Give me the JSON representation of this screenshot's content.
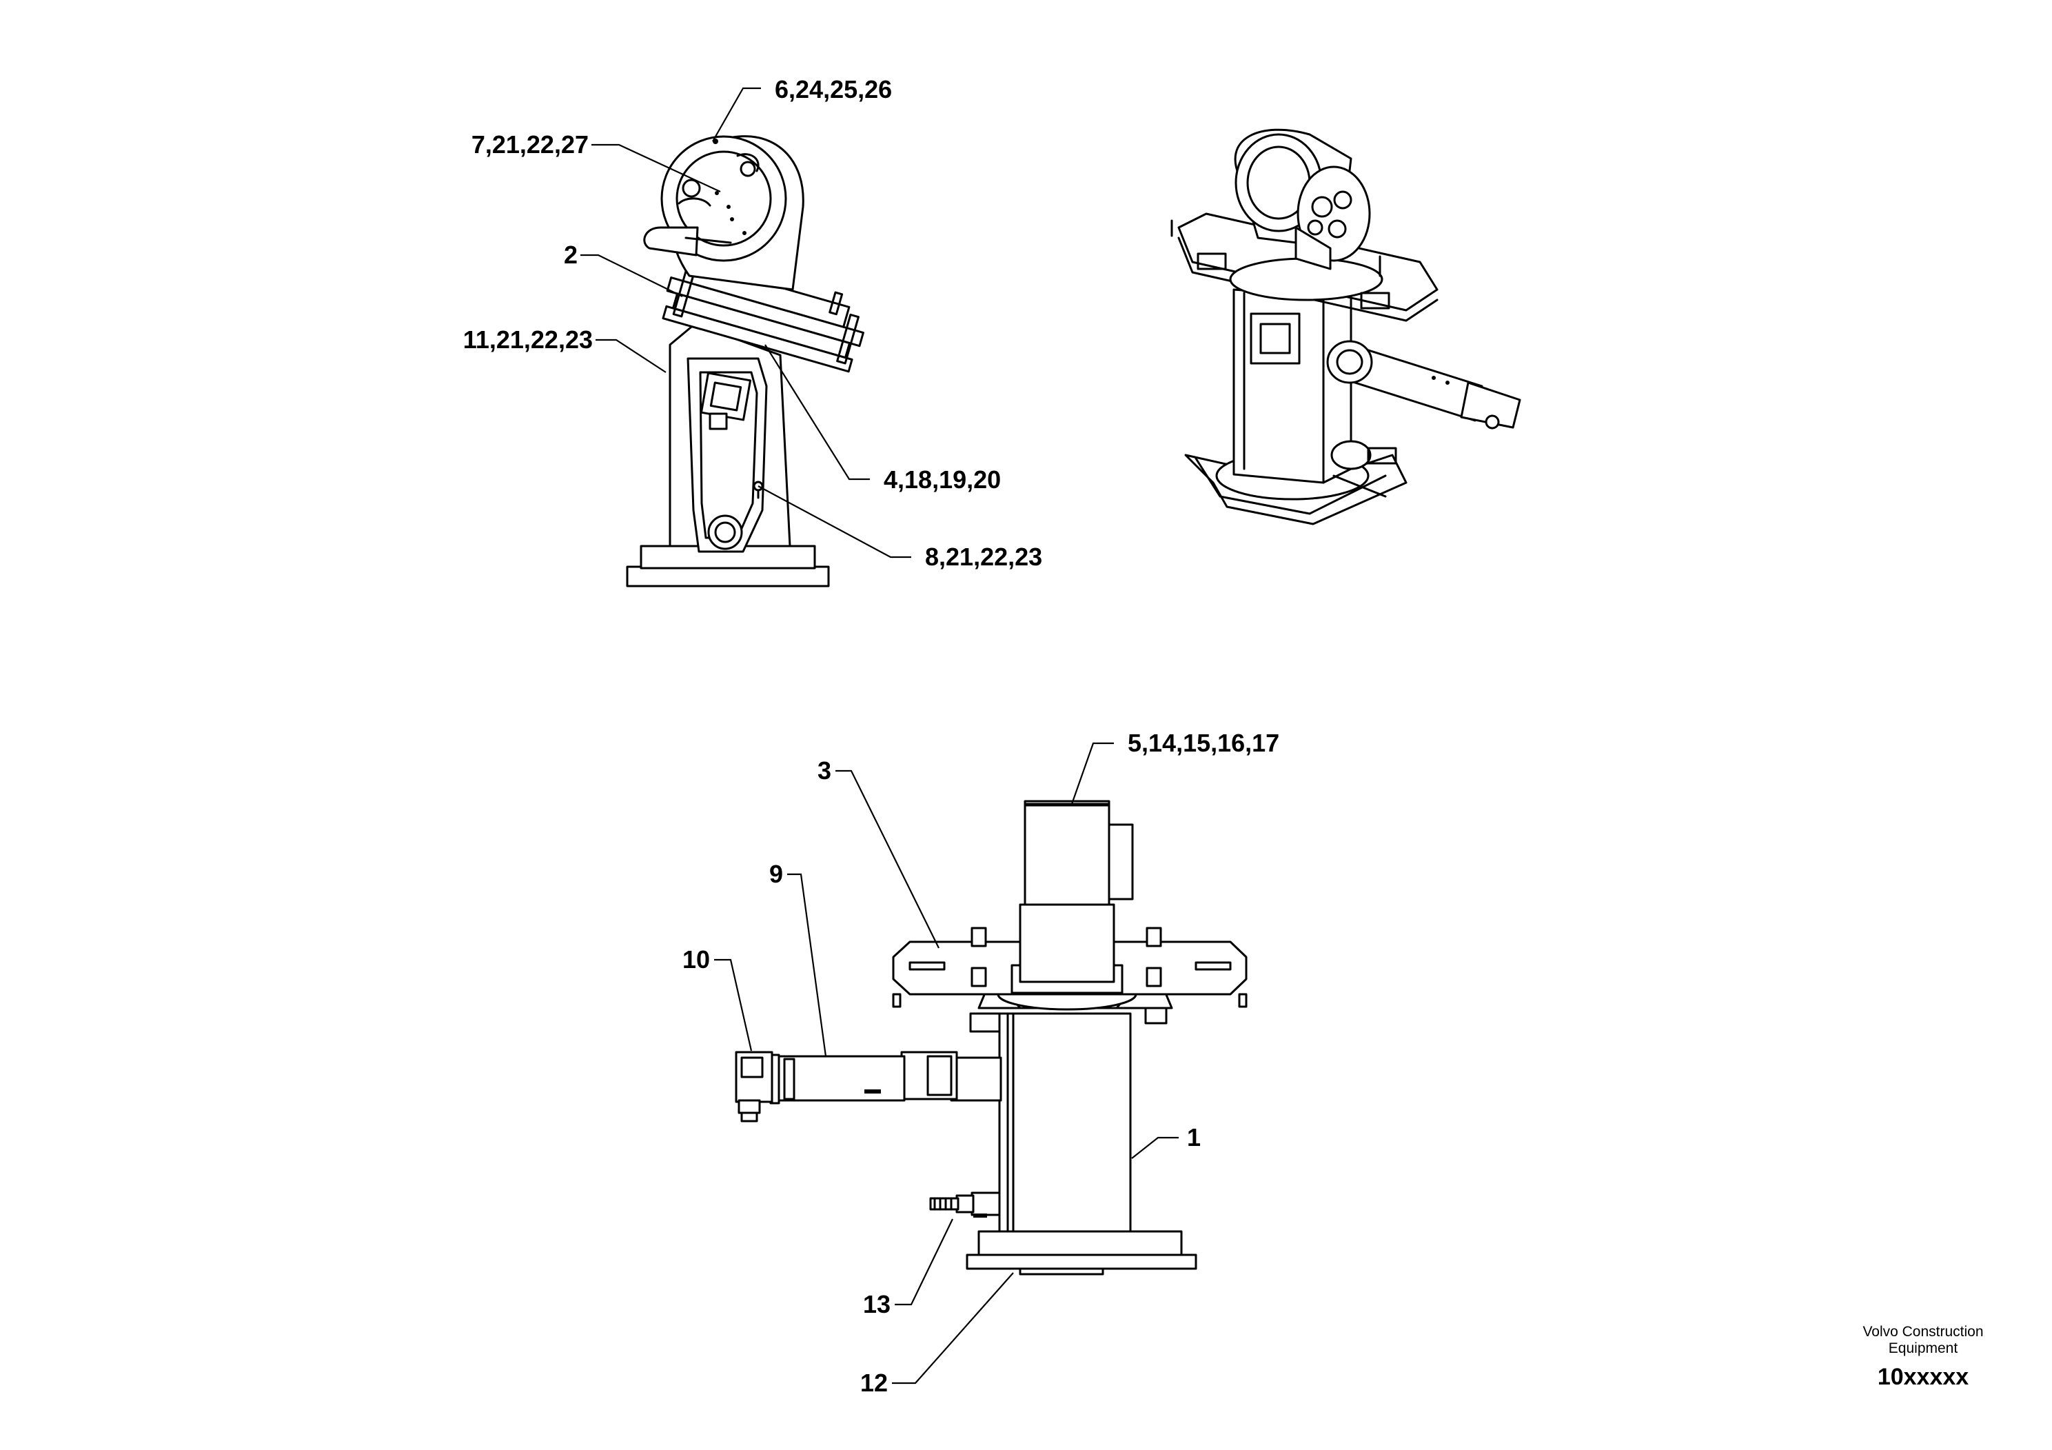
{
  "labels": {
    "l_6_24_25_26": "6,24,25,26",
    "l_7_21_22_27": "7,21,22,27",
    "l_2": "2",
    "l_11_21_22_23": "11,21,22,23",
    "l_4_18_19_20": "4,18,19,20",
    "l_8_21_22_23": "8,21,22,23",
    "l_5_14_15_16_17": "5,14,15,16,17",
    "l_3": "3",
    "l_9": "9",
    "l_10": "10",
    "l_1": "1",
    "l_13": "13",
    "l_12": "12"
  },
  "footer": {
    "company_line1": "Volvo Construction",
    "company_line2": "Equipment",
    "drawing_number": "10xxxxx"
  }
}
